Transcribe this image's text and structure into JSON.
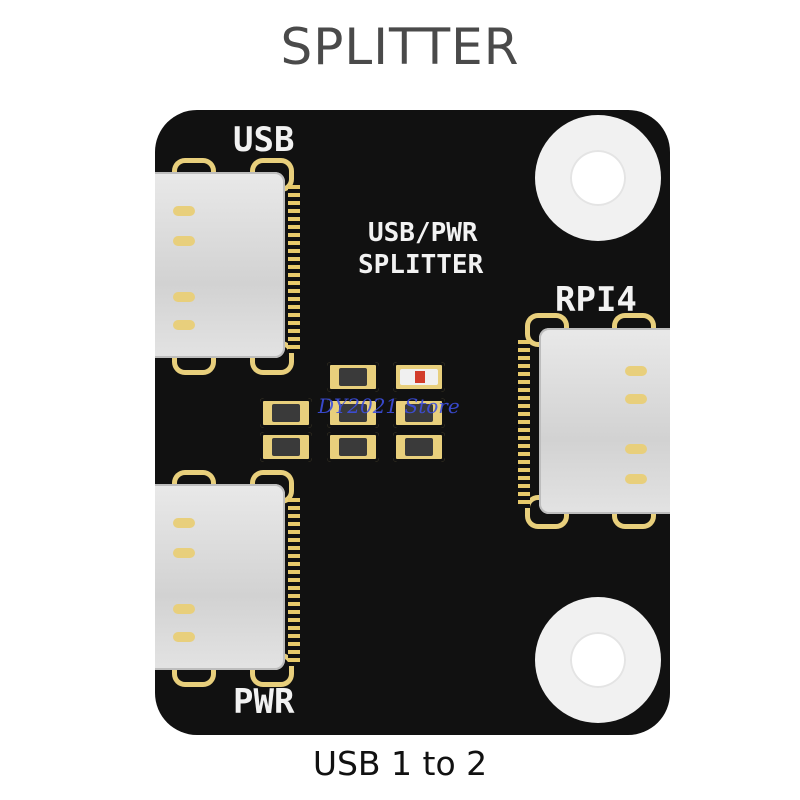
{
  "title": "SPLITTER",
  "caption": "USB 1 to 2",
  "board": {
    "label_usb": "USB",
    "label_center_line1": "USB/PWR",
    "label_center_line2": "SPLITTER",
    "label_rpi": "RPI4",
    "label_pwr": "PWR"
  },
  "watermark": "DY2021 Store",
  "colors": {
    "board": "#111111",
    "gold": "#e8cf7c",
    "connector": "#dcdcdc",
    "title": "#4a4a4a"
  }
}
